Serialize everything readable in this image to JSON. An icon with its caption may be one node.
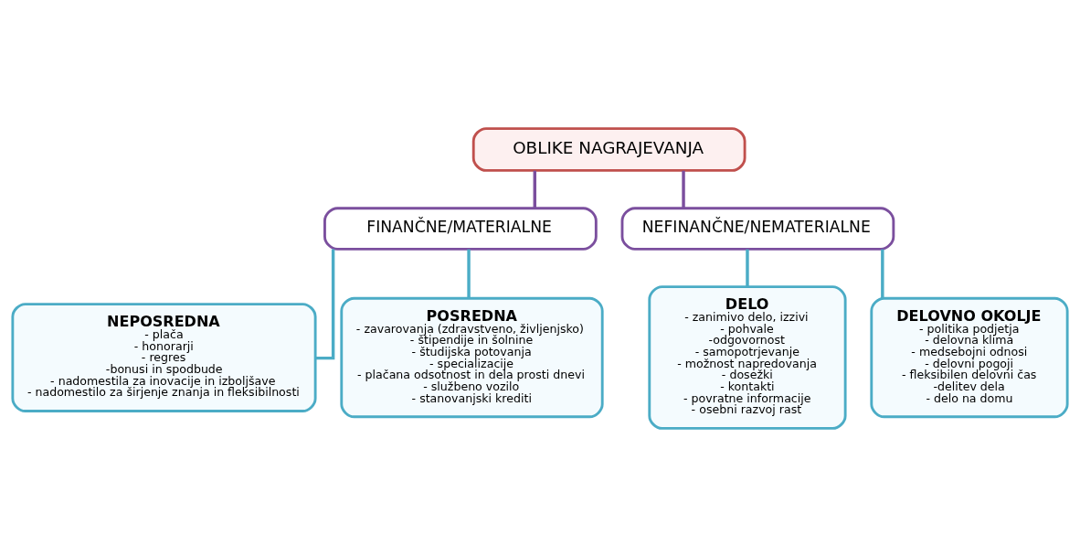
{
  "diagram": {
    "nodes": [
      {
        "text": [
          "OBLIKE NAGRAJEVANJA"
        ]
      },
      {
        "text": [
          "FINANČNE/MATERIALNE"
        ]
      },
      {
        "text": [
          "NEFINANČNE/NEMATERIALNE"
        ]
      },
      {
        "text": [
          "NEPOSREDNA",
          "- plača",
          "- honorarji",
          "- regres",
          "-bonusi in spodbude",
          "- nadomestila za inovacije in izboljšave",
          "- nadomestilo za širjenje znanja in fleksibilnosti"
        ]
      },
      {
        "text": [
          "POSREDNA",
          "- zavarovanja (zdravstveno, življenjsko)",
          "- štipendije in šolnine",
          "- študijska potovanja",
          "- specializacije",
          "- plačana odsotnost in dela prosti dnevi",
          "- službeno vozilo",
          "- stanovanjski krediti"
        ]
      },
      {
        "text": [
          "DELO",
          "- zanimivo delo, izzivi",
          "- pohvale",
          "-odgovornost",
          "- samopotrjevanje",
          "- možnost napredovanja",
          "- dosežki",
          "- kontakti",
          "- povratne informacije",
          "- osebni razvoj rast"
        ]
      },
      {
        "text": [
          "DELOVNO OKOLJE",
          "- politika podjetja",
          "- delovna klima",
          "- medsebojni odnosi",
          "- delovni pogoji",
          "- fleksibilen delovni čas",
          "-delitev dela",
          "- delo na domu"
        ]
      }
    ],
    "edges": [
      {
        "from": 0,
        "to": 1,
        "arrow": "none",
        "color": "#7b4f9e"
      },
      {
        "from": 0,
        "to": 2,
        "arrow": "none",
        "color": "#7b4f9e"
      },
      {
        "from": 1,
        "to": 3,
        "arrow": "none"
      },
      {
        "from": 1,
        "to": 4,
        "arrow": "none"
      },
      {
        "from": 2,
        "to": 5,
        "arrow": "none"
      },
      {
        "from": 2,
        "to": 6,
        "arrow": "none"
      }
    ]
  }
}
